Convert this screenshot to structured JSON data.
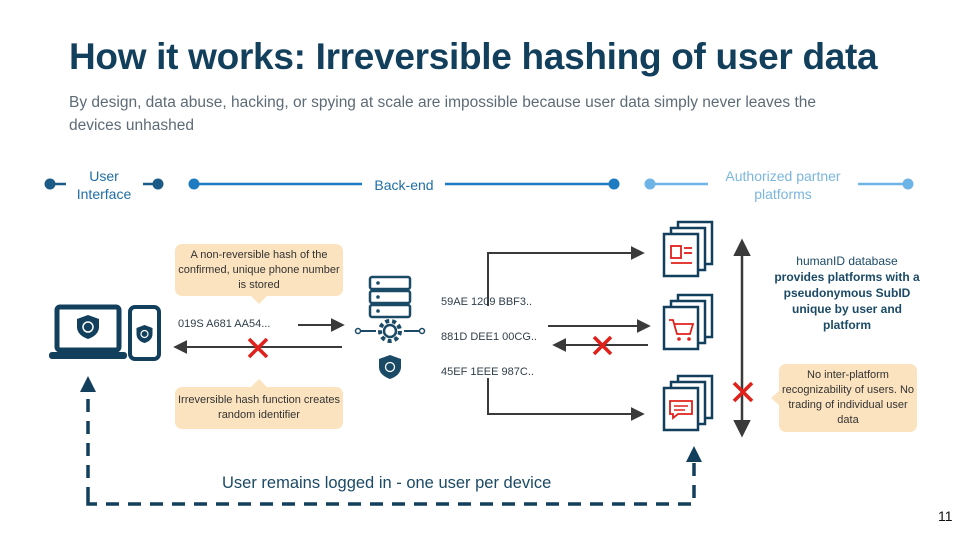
{
  "title": "How it works: Irreversible hashing of user data",
  "subtitle": "By design, data abuse, hacking, or spying at scale are impossible because user data simply never leaves the devices unhashed",
  "stages": {
    "user_interface": "User Interface",
    "backend": "Back-end",
    "partners": "Authorized partner platforms"
  },
  "callouts": {
    "stored_hash": "A non-reversible hash of the confirmed, unique phone number is stored",
    "hash_function": "Irreversible hash function creates  random identifier",
    "no_recognizability": "No inter-platform recognizability of users. No trading of individual user data"
  },
  "hashes": {
    "device": "019S A681 AA54...",
    "partner_1": "59AE 1209 BBF3..",
    "partner_2": "881D DEE1 00CG..",
    "partner_3": "45EF 1EEE 987C.."
  },
  "db_note": {
    "line1": "humanID database",
    "bold": "provides platforms with a pseudonymous SubID unique by user and platform"
  },
  "footer_text": "User remains logged in - one user per device",
  "page_number": "11",
  "colors": {
    "navy": "#123f5c",
    "blue": "#1f6ea6",
    "light_blue": "#7bb6df",
    "callout": "#fbe3bf",
    "cross": "#e0201b",
    "arrow": "#3a3a3a"
  }
}
